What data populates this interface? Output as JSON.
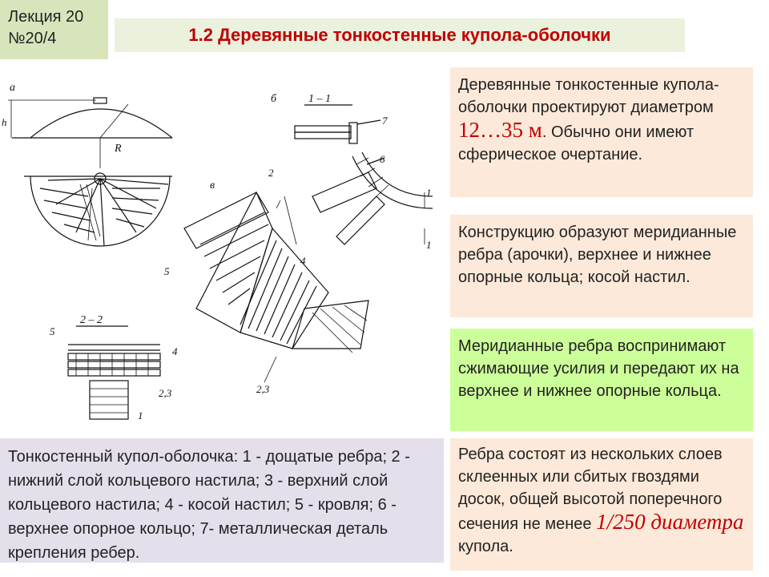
{
  "lecture": {
    "line1": "Лекция 20",
    "line2": "№20/4"
  },
  "title": "1.2 Деревянные тонкостенные купола-оболочки",
  "box1": {
    "text_before": "Деревянные тонкостенные купола-оболочки проектируют диаметром ",
    "range": "12…35 м",
    "text_after": ". Обычно они имеют сферическое очертание."
  },
  "box2": {
    "text": "Конструкцию образуют меридианные ребра (арочки), верхнее и нижнее опорные кольца; косой настил."
  },
  "box3": {
    "text": "Меридианные ребра воспринимают сжимающие усилия и передают их на верхнее и нижнее опорные кольца."
  },
  "box4": {
    "text_before": "Ребра состоят из нескольких слоев склеенных или сбитых гвоздями досок, общей высотой поперечного сечения не менее ",
    "fraction": "1/250 диаметра",
    "text_after": " купола."
  },
  "caption": "Тонкостенный купол-оболочка: 1 - дощатые ребра; 2 - нижний слой кольцевого настила; 3 - верхний слой кольцевого настила; 4 - косой настил; 5 - кровля; 6 - верхнее опорное кольцо; 7- металлическая деталь крепления ребер.",
  "drawing_labels": {
    "a": "а",
    "h": "h",
    "R": "R",
    "b": "б",
    "v": "в",
    "sec11": "1 – 1",
    "sec22": "2 – 2",
    "n7": "7",
    "n6": "6",
    "n2": "2",
    "n5": "5",
    "n4": "4",
    "n23": "2,3",
    "n1": "1"
  },
  "colors": {
    "title_red": "#c00000",
    "lecture_bg": "#d8e4bc",
    "title_bg": "#eaf1dd",
    "peach": "#fde9d9",
    "green": "#ccff99",
    "lavender": "#e5dfec"
  }
}
